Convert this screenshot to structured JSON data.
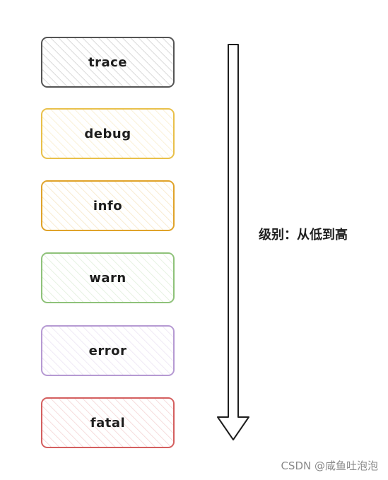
{
  "levels": [
    {
      "label": "trace",
      "color": "#555555"
    },
    {
      "label": "debug",
      "color": "#e9c04a"
    },
    {
      "label": "info",
      "color": "#e0a32a"
    },
    {
      "label": "warn",
      "color": "#8fc27a"
    },
    {
      "label": "error",
      "color": "#b69ad3"
    },
    {
      "label": "fatal",
      "color": "#d45f5f"
    }
  ],
  "arrow": {
    "direction": "down",
    "caption": "级别：从低到高"
  },
  "watermark": "CSDN @咸鱼吐泡泡"
}
